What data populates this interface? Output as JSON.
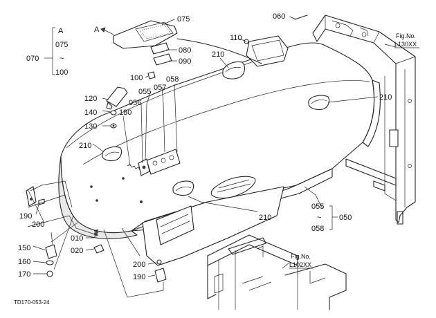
{
  "callouts": {
    "c075": "075",
    "c060": "060",
    "c110": "110",
    "c080": "080",
    "c090": "090",
    "c210a": "210",
    "c210b": "210",
    "c210c": "210",
    "c210d": "210",
    "c100": "100",
    "c055": "055",
    "c057": "057",
    "c058": "058",
    "c120": "120",
    "c056": "056",
    "c180": "180",
    "c140": "140",
    "c130": "130",
    "c190a": "190",
    "c200a": "200",
    "c010": "010",
    "c020": "020",
    "c150": "150",
    "c160": "160",
    "c170": "170",
    "c200b": "200",
    "c190b": "190"
  },
  "group_a": {
    "letter": "A",
    "start": "075",
    "tilde": "~",
    "end": "100",
    "parent": "070"
  },
  "group_b": {
    "start": "055",
    "tilde": "~",
    "end": "058",
    "parent": "050"
  },
  "view_marker": "A",
  "fig_refs": [
    {
      "label": "Fig.No.",
      "code": "L130XX"
    },
    {
      "label": "Fig.No.",
      "code": "L102XX"
    }
  ],
  "drawing_id": "TD170-053-24"
}
